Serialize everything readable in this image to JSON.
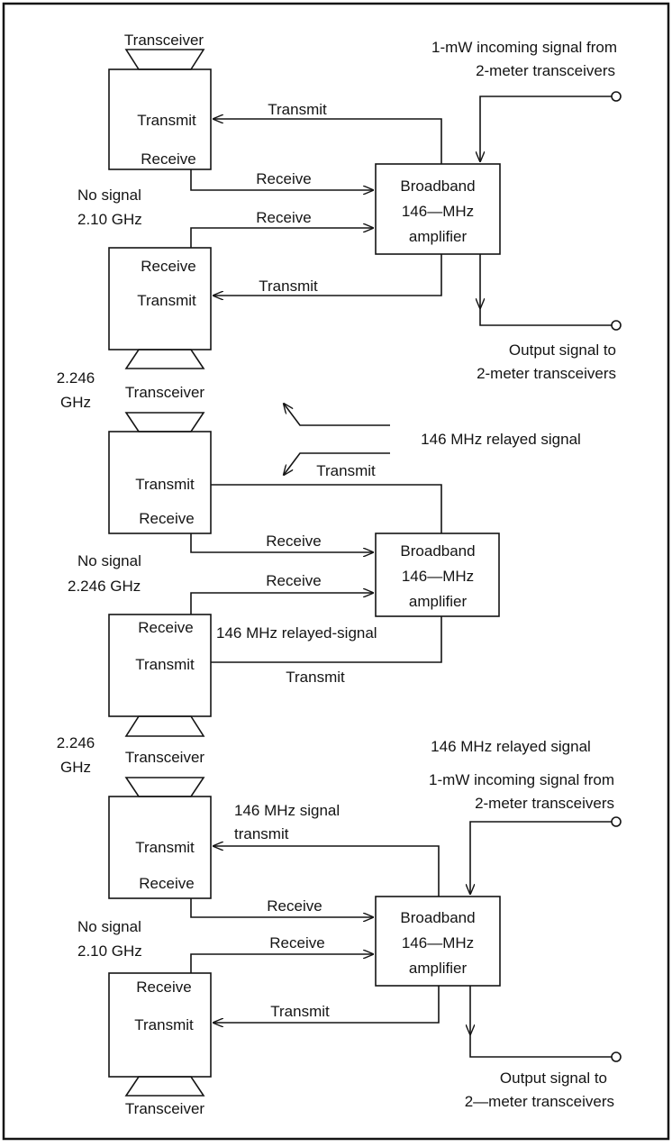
{
  "section1": {
    "transceiver_top": "Transceiver",
    "box_a_transmit": "Transmit",
    "box_a_receive": "Receive",
    "line_transmit_top": "Transmit",
    "line_receive_top": "Receive",
    "no_signal": "No signal",
    "freq_left": "2.10 GHz",
    "line_receive_lower": "Receive",
    "box_b_receive": "Receive",
    "box_b_transmit": "Transmit",
    "line_transmit_lower": "Transmit",
    "amp_line1": "Broadband",
    "amp_line2": "146—MHz",
    "amp_line3": "amplifier",
    "incoming_line1": "1-mW incoming signal from",
    "incoming_line2": "2-meter transceivers",
    "output_line1": "Output signal to",
    "output_line2": "2-meter transceivers"
  },
  "section2": {
    "freq_top_a": "2.246",
    "freq_top_b": "GHz",
    "transceiver_top": "Transceiver",
    "relayed": "146 MHz relayed signal",
    "line_transmit_top": "Transmit",
    "box_a_transmit": "Transmit",
    "box_a_receive": "Receive",
    "line_receive_top": "Receive",
    "no_signal": "No signal",
    "freq_left": "2.246 GHz",
    "line_receive_lower": "Receive",
    "amp_line1": "Broadband",
    "amp_line2": "146—MHz",
    "amp_line3": "amplifier",
    "box_b_receive": "Receive",
    "relayed_mid": "146 MHz relayed-signal",
    "box_b_transmit": "Transmit",
    "line_transmit_lower": "Transmit"
  },
  "section3": {
    "freq_top_a": "2.246",
    "freq_top_b": "GHz",
    "transceiver_top": "Transceiver",
    "relayed": "146 MHz relayed signal",
    "incoming_line1": "1-mW incoming signal from",
    "incoming_line2": "2-meter transceivers",
    "signal_line1": "146 MHz signal",
    "signal_line2": "transmit",
    "box_a_transmit": "Transmit",
    "box_a_receive": "Receive",
    "line_receive_top": "Receive",
    "no_signal": "No signal",
    "freq_left": "2.10 GHz",
    "line_receive_lower": "Receive",
    "amp_line1": "Broadband",
    "amp_line2": "146—MHz",
    "amp_line3": "amplifier",
    "box_b_receive": "Receive",
    "box_b_transmit": "Transmit",
    "line_transmit_lower": "Transmit",
    "transceiver_bottom": "Transceiver",
    "output_line1": "Output signal to",
    "output_line2": "2—meter transceivers"
  }
}
